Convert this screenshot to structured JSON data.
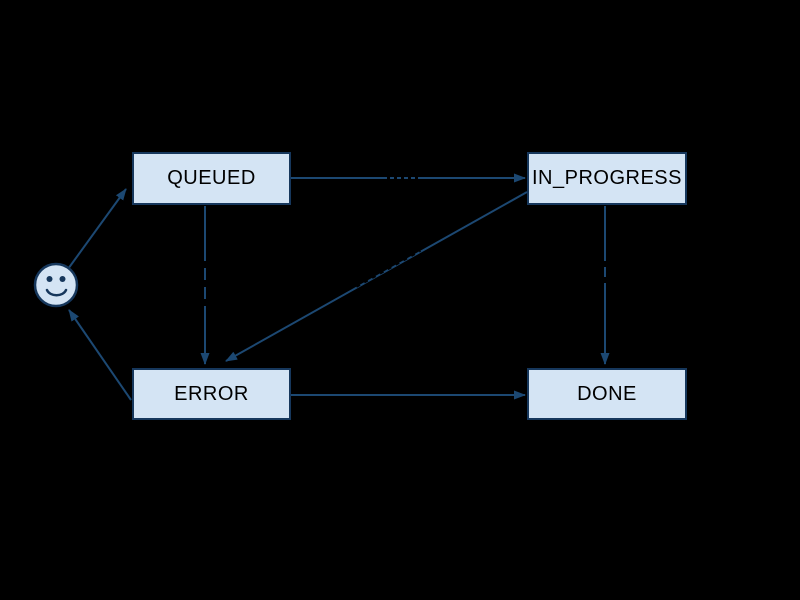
{
  "diagram": {
    "type": "state-diagram",
    "background_color": "#000000",
    "node_fill_color": "#d4e4f4",
    "node_border_color": "#16375c",
    "edge_color": "#1c4872",
    "node_text_color": "#000000",
    "nodes": [
      {
        "id": "queued",
        "label": "QUEUED"
      },
      {
        "id": "in_progress",
        "label": "IN_PROGRESS"
      },
      {
        "id": "error",
        "label": "ERROR"
      },
      {
        "id": "done",
        "label": "DONE"
      }
    ],
    "actor": {
      "id": "user",
      "icon": "smiley-face-icon"
    },
    "edges": [
      {
        "from": "user",
        "to": "QUEUED"
      },
      {
        "from": "QUEUED",
        "to": "IN_PROGRESS"
      },
      {
        "from": "QUEUED",
        "to": "ERROR"
      },
      {
        "from": "IN_PROGRESS",
        "to": "ERROR"
      },
      {
        "from": "IN_PROGRESS",
        "to": "DONE"
      },
      {
        "from": "ERROR",
        "to": "DONE"
      },
      {
        "from": "ERROR",
        "to": "user"
      }
    ]
  }
}
